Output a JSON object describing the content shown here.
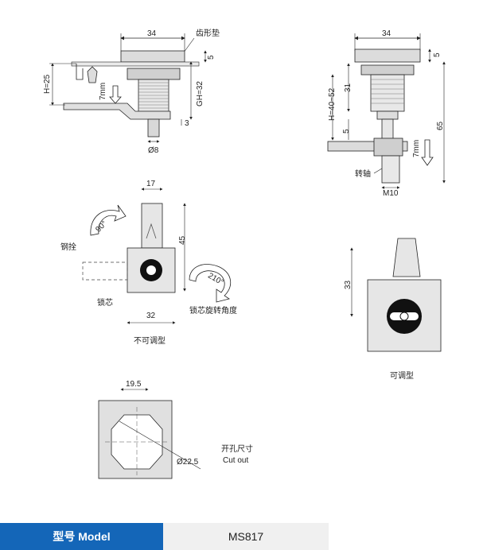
{
  "top_left_view": {
    "dims": {
      "width": "34",
      "height": "H=25",
      "gh": "GH=32",
      "thick": "5",
      "stroke": "7mm",
      "gap": "3",
      "dia": "Ø8"
    },
    "callout": "齿形垫"
  },
  "top_right_view": {
    "dims": {
      "width": "34",
      "thick": "5",
      "h": "H=40~52",
      "h31": "31",
      "h5": "5",
      "total": "65",
      "stroke": "7mm",
      "thread": "M10"
    },
    "callout": "转轴"
  },
  "mid_left_view": {
    "dims": {
      "w17": "17",
      "h45": "45",
      "w32": "32",
      "rot90": "90°",
      "rot210": "210°"
    },
    "labels": {
      "pin": "钢拴",
      "core": "锁芯",
      "angle": "锁芯旋转角度",
      "caption": "不可调型"
    }
  },
  "mid_right_view": {
    "dims": {
      "h33": "33"
    },
    "labels": {
      "caption": "可调型"
    }
  },
  "cutout_view": {
    "dims": {
      "w": "19.5",
      "dia": "Ø22.5"
    },
    "labels": {
      "cn": "开孔尺寸",
      "en": "Cut out"
    }
  },
  "footer": {
    "label": "型号 Model",
    "value": "MS817"
  },
  "colors": {
    "header_blue": "#1466b8",
    "part_gray": "#d9d9d9",
    "line": "#222222"
  }
}
